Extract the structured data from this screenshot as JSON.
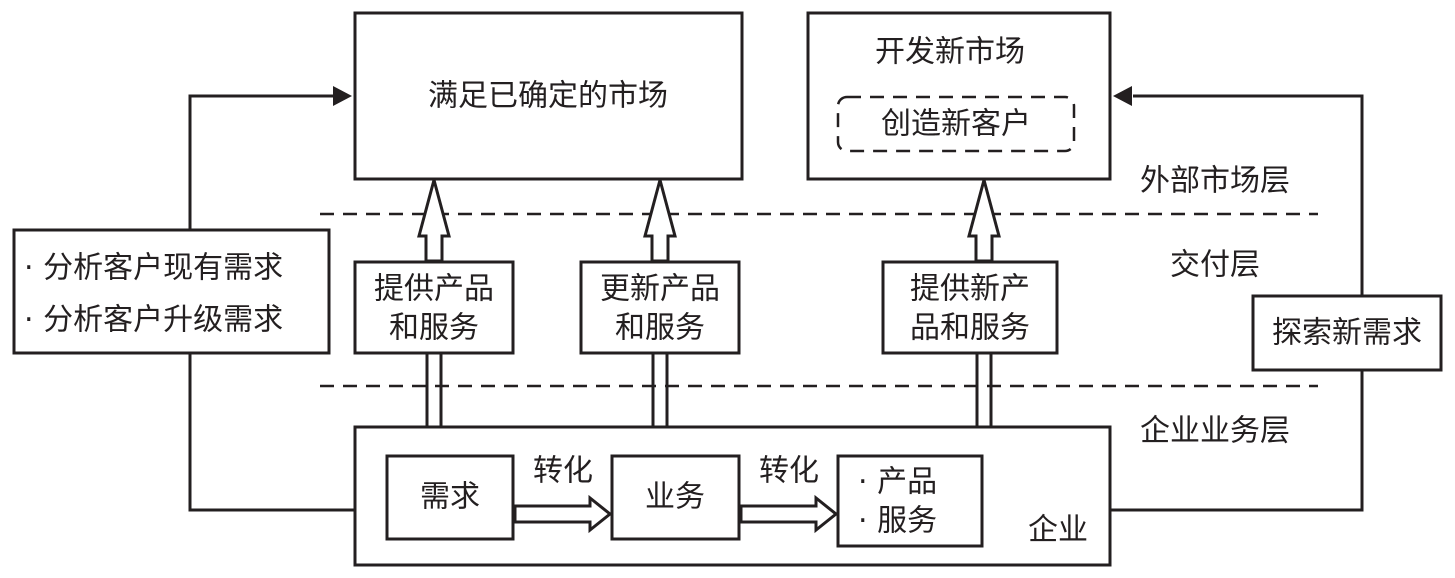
{
  "layers": {
    "external_market": "外部市场层",
    "delivery": "交付层",
    "enterprise_business": "企业业务层"
  },
  "markets": {
    "established": "满足已确定的市场",
    "new_market": "开发新市场",
    "new_customers": "创造新客户"
  },
  "left_panel": {
    "items": [
      "· 分析客户现有需求",
      "· 分析客户升级需求"
    ]
  },
  "right_panel": {
    "label": "探索新需求"
  },
  "delivery_boxes": [
    {
      "lines": [
        "提供产品",
        "和服务"
      ]
    },
    {
      "lines": [
        "更新产品",
        "和服务"
      ]
    },
    {
      "lines": [
        "提供新产",
        "品和服务"
      ]
    }
  ],
  "enterprise": {
    "label": "企业",
    "flow": {
      "demand": "需求",
      "business": "业务",
      "convert_1": "转化",
      "convert_2": "转化",
      "outputs": [
        "· 产品",
        "· 服务"
      ]
    }
  }
}
